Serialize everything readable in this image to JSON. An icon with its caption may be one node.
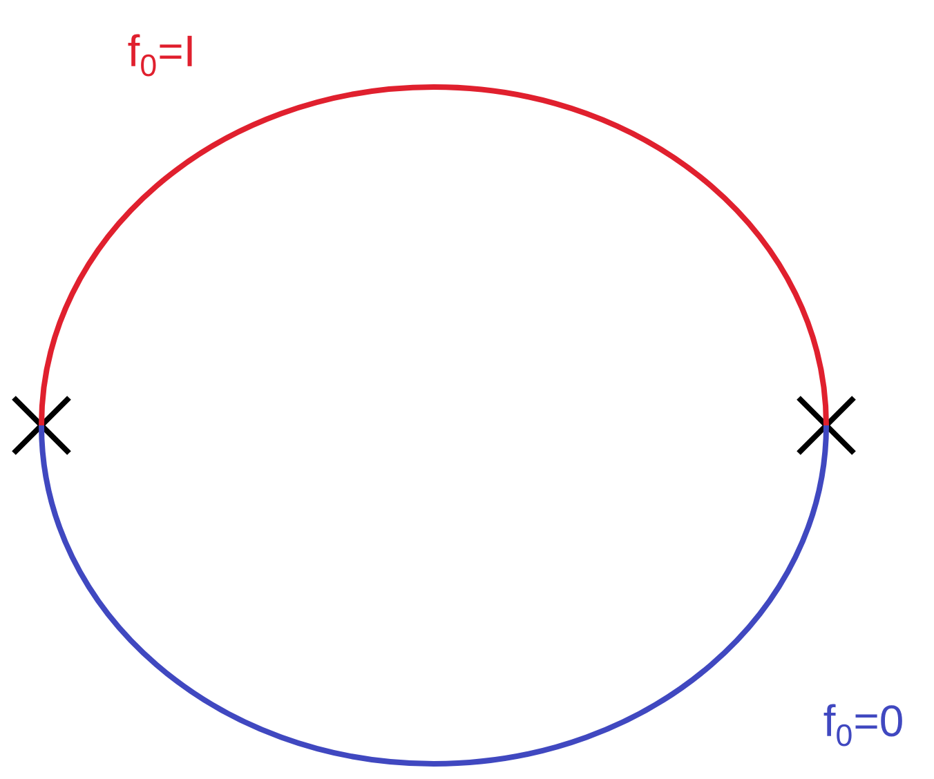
{
  "diagram": {
    "nodes": [
      {
        "text": [],
        "shape": "cross"
      },
      {
        "text": [],
        "shape": "cross"
      }
    ],
    "edges": [
      {
        "from": 0,
        "to": 1,
        "arrow": "none",
        "color": "#e0202e",
        "label": "f$_{0}$=I"
      },
      {
        "from": 0,
        "to": 1,
        "arrow": "none",
        "color": "#4048c0",
        "label": "f$_{0}$=0"
      }
    ]
  }
}
